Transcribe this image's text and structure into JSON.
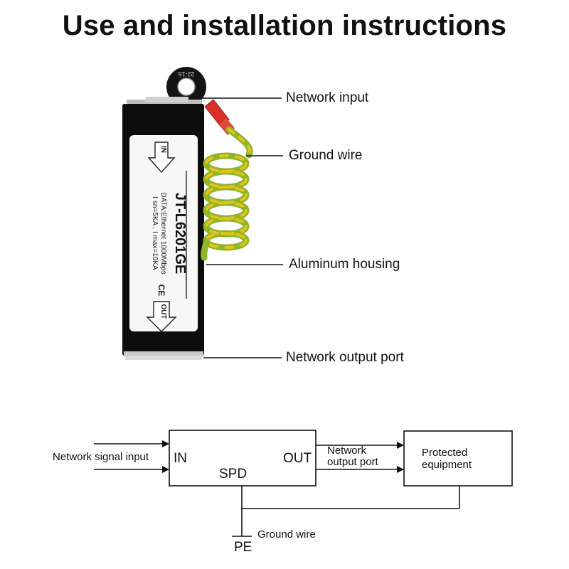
{
  "title": "Use and installation instructions",
  "callouts": {
    "network_input": "Network input",
    "ground_wire": "Ground wire",
    "aluminum_housing": "Aluminum housing",
    "network_output_port": "Network output port"
  },
  "device_label": {
    "in_arrow": "IN",
    "model": "JT-L6201GE",
    "spec_line1": "DATA:Ethernet  1000Mbps",
    "spec_line2": "I sn=5KA , I max=10KA",
    "ce_mark": "CE",
    "out_arrow": "OUT",
    "lug_marking": "22-16"
  },
  "diagram": {
    "signal_input": "Network signal input",
    "in": "IN",
    "out": "OUT",
    "spd": "SPD",
    "output_port_line1": "Network",
    "output_port_line2": "output port",
    "equipment_line1": "Protected",
    "equipment_line2": "equipment",
    "ground_wire": "Ground wire",
    "pe": "PE"
  },
  "colors": {
    "housing": "#0d0d0d",
    "label_bg": "#f7f7f5",
    "wire_green": "#8fb52a",
    "wire_yellow": "#e2c21c",
    "terminal_red": "#d6322a",
    "line": "#111111"
  }
}
